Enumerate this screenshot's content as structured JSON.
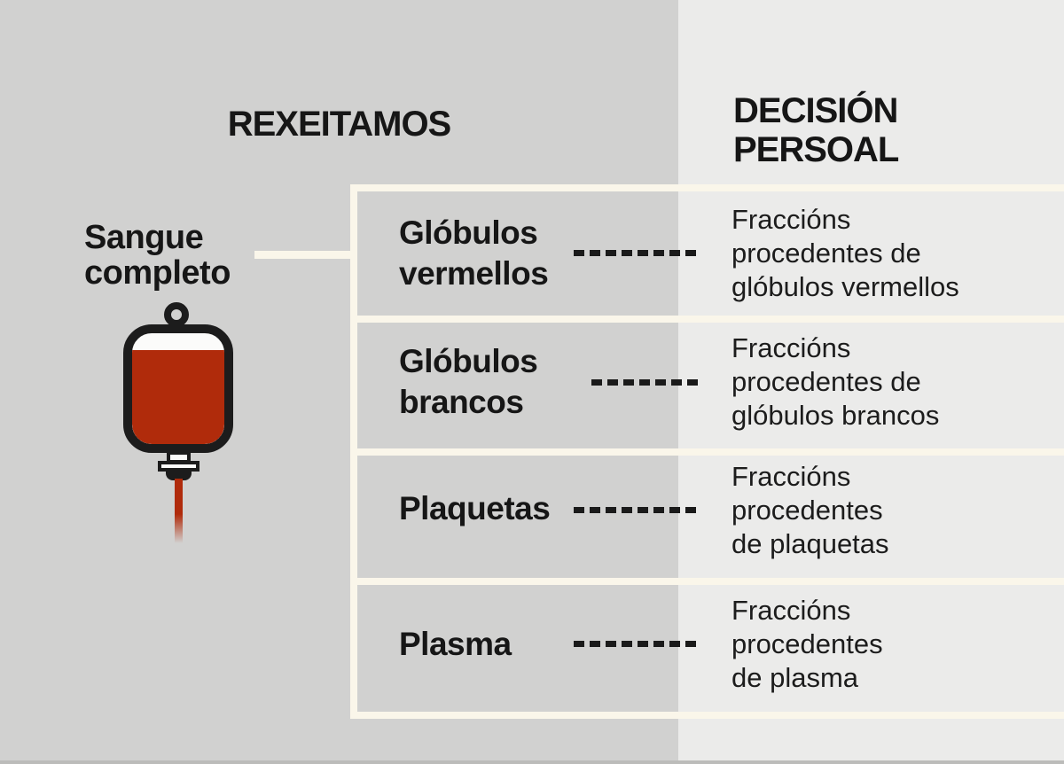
{
  "title_left": "REXEITAMOS",
  "title_right": {
    "line1": "DECISIÓN",
    "line2": "PERSOAL"
  },
  "source": {
    "line1": "Sangue",
    "line2": "completo"
  },
  "rows": [
    {
      "component": [
        "Glóbulos",
        "vermellos"
      ],
      "fraction": [
        "Fraccións",
        "procedentes de",
        "glóbulos vermellos"
      ]
    },
    {
      "component": [
        "Glóbulos",
        "brancos"
      ],
      "fraction": [
        "Fraccións",
        "procedentes de",
        "glóbulos brancos"
      ]
    },
    {
      "component": [
        "Plaquetas"
      ],
      "fraction": [
        "Fraccións",
        "procedentes",
        "de plaquetas"
      ]
    },
    {
      "component": [
        "Plasma"
      ],
      "fraction": [
        "Fraccións",
        "procedentes",
        "de plasma"
      ]
    }
  ],
  "icon": {
    "name": "blood-bag-icon",
    "depicts": "transfusion blood bag with hanger ring, outlet port and tube"
  },
  "colors": {
    "left_background": "#d1d1d0",
    "right_background": "#ebebea",
    "divider_cream": "#faf6ea",
    "ink": "#1a1a1a",
    "blood_red": "#b02b0b"
  }
}
